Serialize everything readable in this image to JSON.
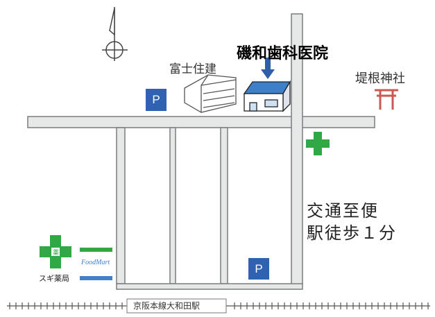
{
  "map": {
    "clinic_name": "磯和歯科医院",
    "building_label": "富士住建",
    "shrine_label": "堤根神社",
    "parking_symbol": "P",
    "transport_line1": "交通至便",
    "transport_line2": "駅徒歩１分",
    "pharmacy_label": "スギ薬局",
    "store_label": "FoodMart",
    "station_label": "京阪本線大和田駅",
    "pharmacy_cross_char": "薬"
  },
  "colors": {
    "road_fill": "#e6e8e8",
    "road_edge": "#7a7e80",
    "clinic_blue": "#3d7fc8",
    "parking_blue": "#2f62b0",
    "pharmacy_green": "#2fa845",
    "shrine_red": "#c85a4e"
  },
  "icons": [
    "compass-icon",
    "arrow-down-icon",
    "parking-icon",
    "torii-icon",
    "pharmacy-cross-icon"
  ]
}
